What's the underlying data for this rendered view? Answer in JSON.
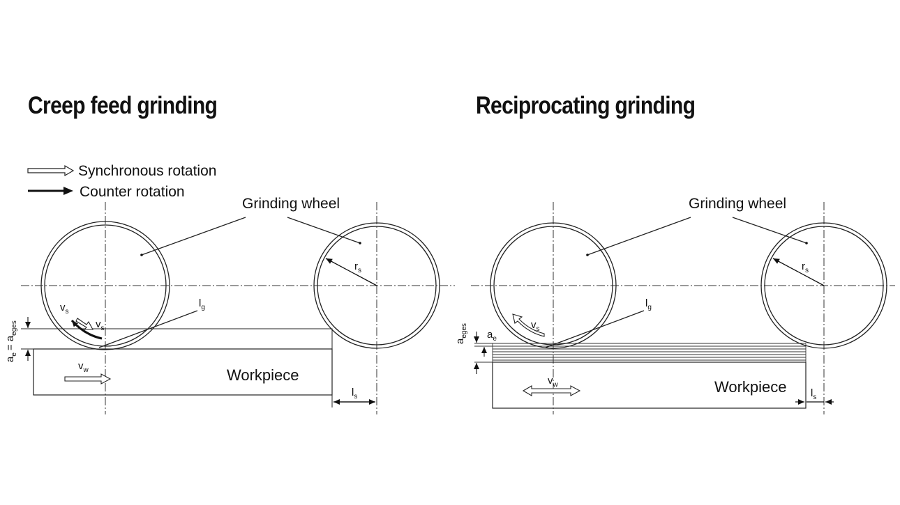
{
  "titles": {
    "left": "Creep feed grinding",
    "right": "Reciprocating grinding"
  },
  "legend": {
    "synchronous": "Synchronous rotation",
    "counter": "Counter rotation"
  },
  "left": {
    "wheel_label": "Grinding wheel",
    "workpiece_label": "Workpiece",
    "vs": "v",
    "vs_sub": "s",
    "vw": "v",
    "vw_sub": "w",
    "lg": "l",
    "lg_sub": "g",
    "ls": "l",
    "ls_sub": "s",
    "rs": "r",
    "rs_sub": "s",
    "depth_label": "a",
    "depth_sub": "e",
    "depth_eq": "= a",
    "depth_sub2": "eges"
  },
  "right": {
    "wheel_label": "Grinding wheel",
    "workpiece_label": "Workpiece",
    "vs": "v",
    "vs_sub": "s",
    "vw": "v",
    "vw_sub": "w",
    "lg": "l",
    "lg_sub": "g",
    "ls": "l",
    "ls_sub": "s",
    "rs": "r",
    "rs_sub": "s",
    "ae": "a",
    "ae_sub": "e",
    "aeges": "a",
    "aeges_sub": "eges"
  },
  "colors": {
    "ink": "#222222",
    "background": "#ffffff"
  }
}
